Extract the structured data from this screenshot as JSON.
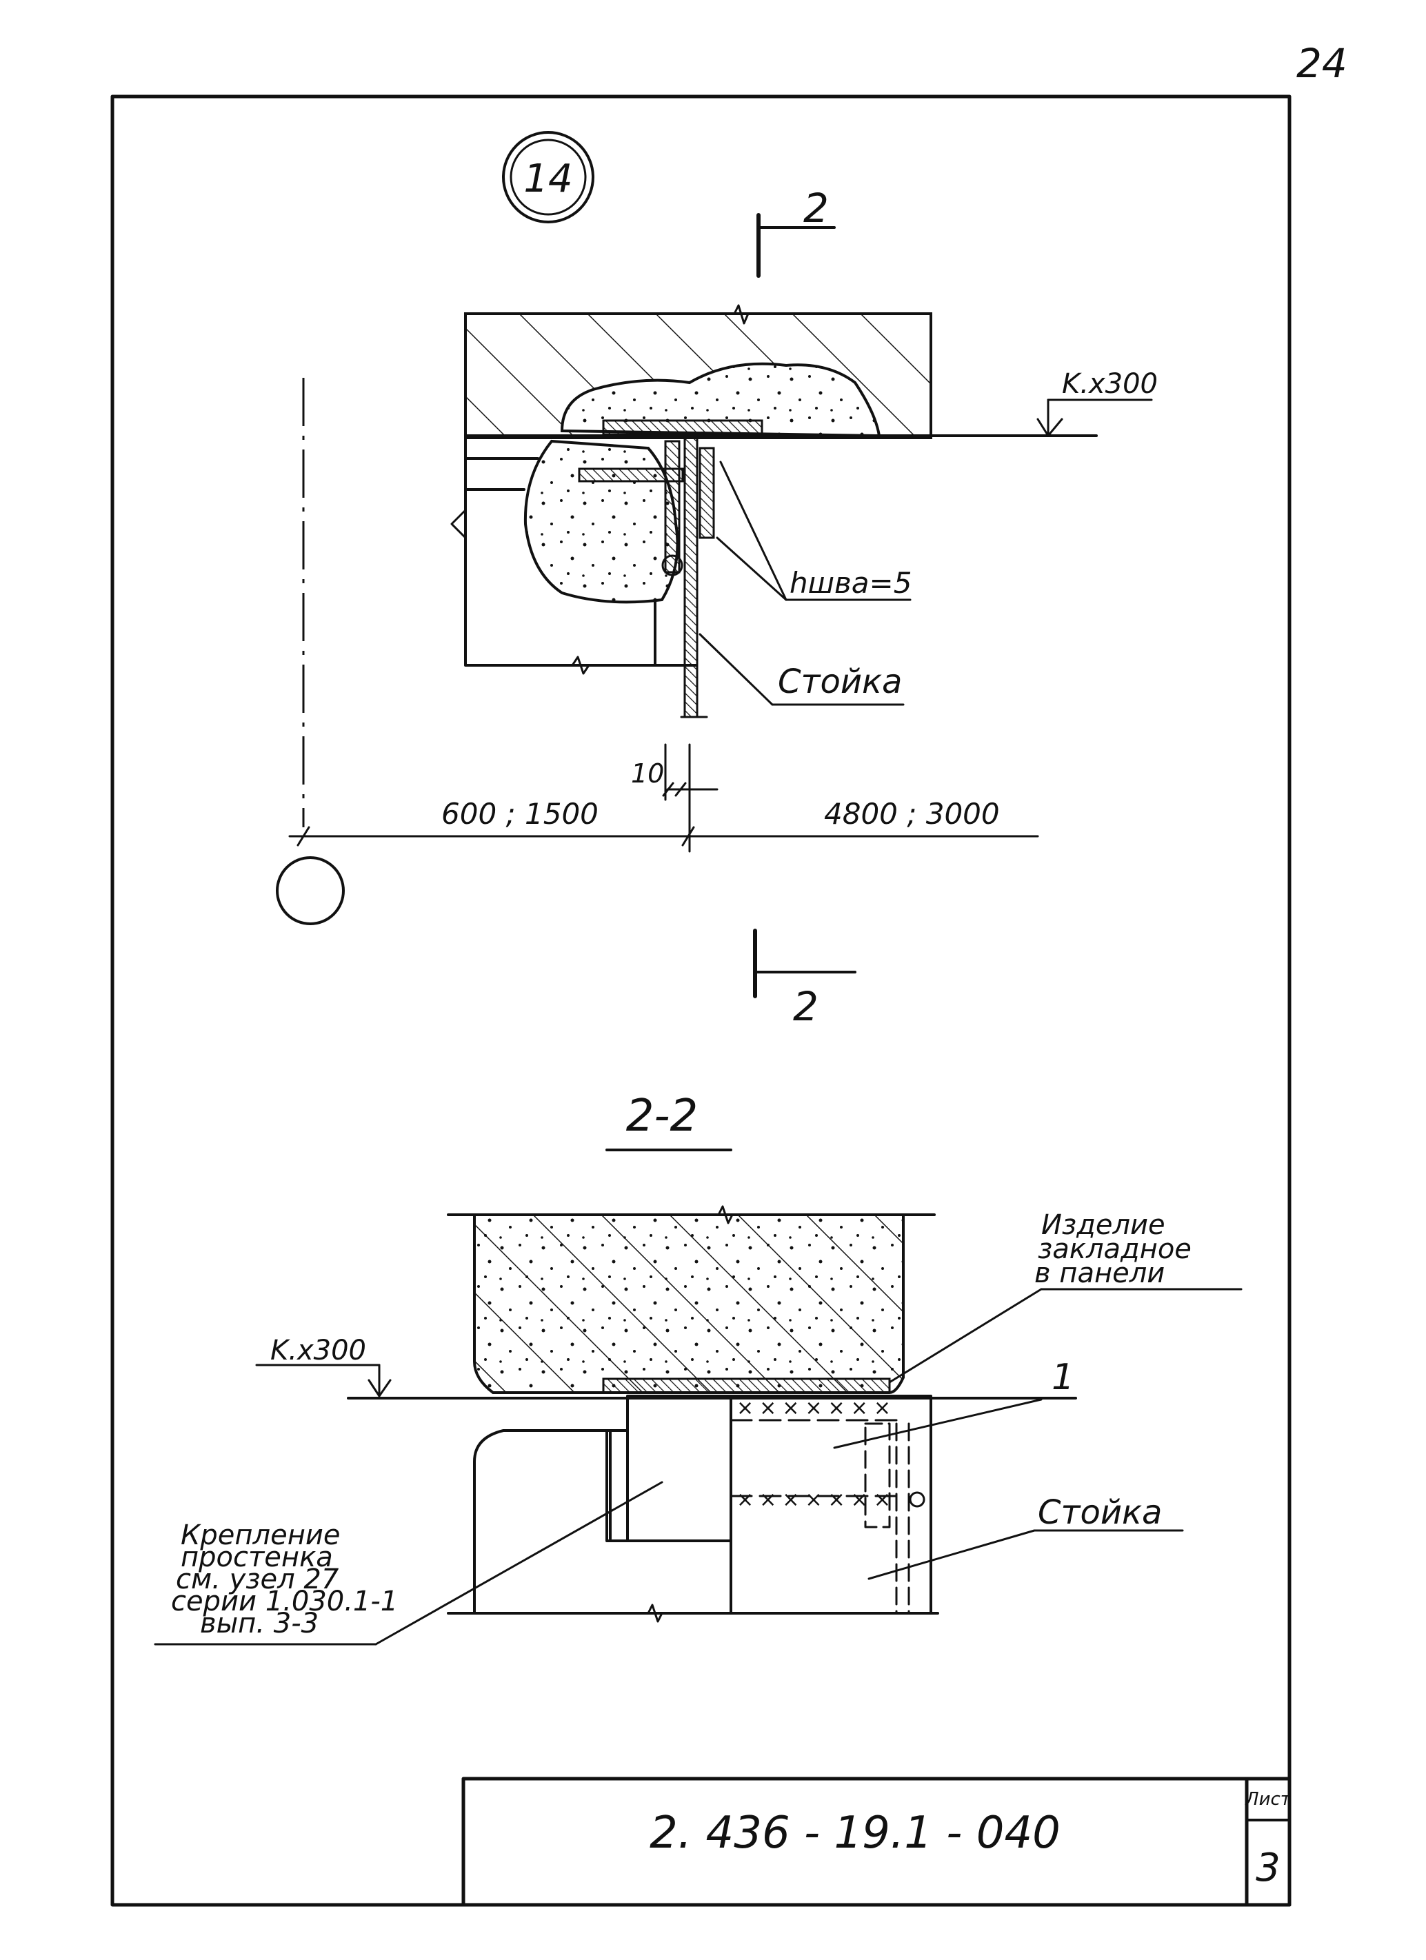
{
  "sheet_number": "24",
  "node_number": "14",
  "section_mark": "2",
  "section_title": "2-2",
  "elevation_label": "K.x300",
  "weld_label": "hшва=5",
  "post_label": "Стойка",
  "dim_gap": "10",
  "dim_left": "600 ; 1500",
  "dim_right": "4800 ; 3000",
  "embedded_label": [
    "Изделие",
    "закладное",
    "в панели"
  ],
  "item_number": "1",
  "fastening_note": [
    "Крепление",
    "простенка",
    "см. узел 27",
    "серии 1.030.1-1",
    "вып. 3-3"
  ],
  "title_block": {
    "doc_code": "2. 436 - 19.1 - 040",
    "sheet_label": "Лист",
    "sheet_value": "3"
  }
}
